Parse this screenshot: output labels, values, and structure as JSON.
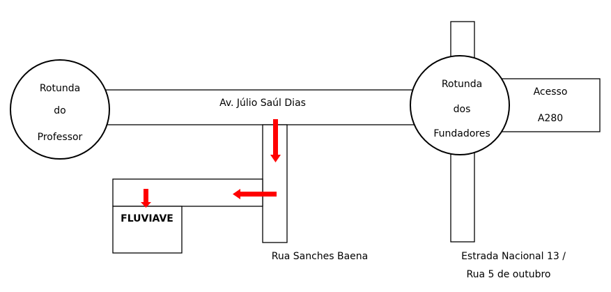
{
  "diagram": {
    "title": "Road access map to FLUVIAVE",
    "roundabouts": [
      {
        "id": "professor",
        "lines": [
          "Rotunda",
          "do",
          "Professor"
        ]
      },
      {
        "id": "fundadores",
        "lines": [
          "Rotunda",
          "dos",
          "Fundadores"
        ]
      }
    ],
    "roads": {
      "main_avenue": "Av. Júlio Saúl Dias",
      "side_street": "Rua Sanches Baena",
      "national_road": [
        "Estrada Nacional 13 /",
        "Rua 5 de outubro"
      ],
      "highway_access": [
        "Acesso",
        "A280"
      ]
    },
    "destination": "FLUVIAVE",
    "arrow_color": "#ff0000",
    "route_directions": [
      "down",
      "left",
      "down"
    ]
  }
}
